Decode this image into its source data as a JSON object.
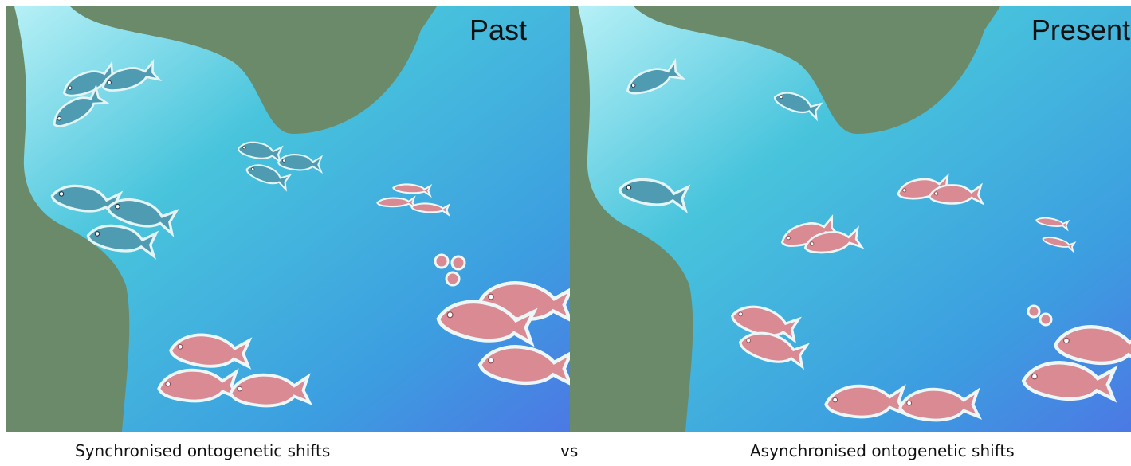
{
  "panels": [
    {
      "label": "Past"
    },
    {
      "label": "Present"
    }
  ],
  "captions": {
    "left": "Synchronised ontogenetic shifts",
    "middle": "vs",
    "right": "Asynchronised ontogenetic shifts"
  },
  "colors": {
    "land": "#6a8a6a",
    "shallow_water": "#a9ecf3",
    "mid_water": "#39b8d8",
    "deep_water": "#4a7ee0",
    "juvenile_fish": "#4f9cb2",
    "adult_fish": "#d98a92",
    "fish_outline": "#e9f4f4"
  }
}
